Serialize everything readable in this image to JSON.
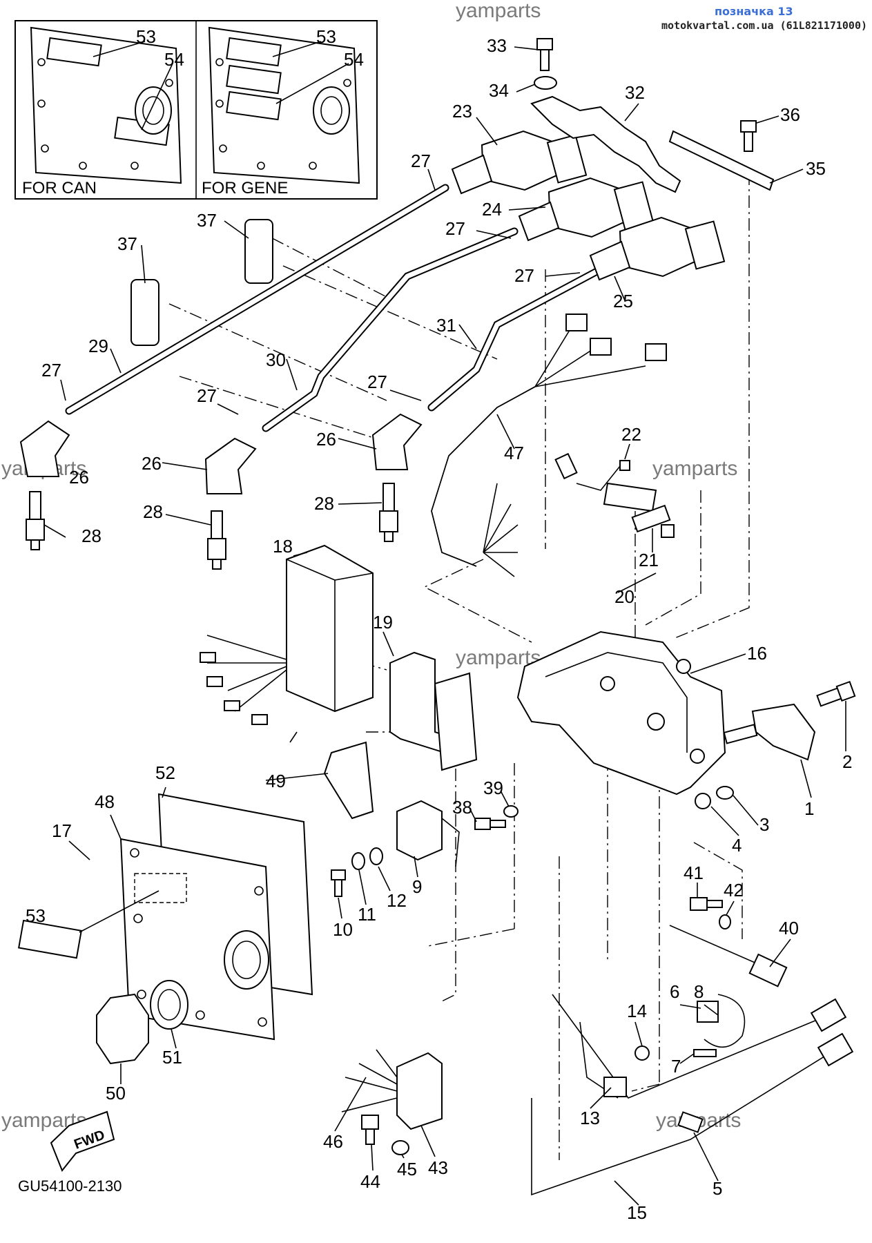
{
  "header": {
    "ref_label": "позначка 13",
    "site": "motokvartal.com.ua (61L821171000)"
  },
  "watermarks": [
    "yamparts",
    "yamparts",
    "yamparts",
    "yamparts",
    "yamparts",
    "yamparts"
  ],
  "inset": {
    "left_caption": "FOR CAN",
    "right_caption": "FOR GENE",
    "callouts": [
      "53",
      "54",
      "53",
      "54"
    ]
  },
  "diagram_code": "GU54100-2130",
  "fwd_label": "FWD",
  "callouts": [
    "1",
    "2",
    "3",
    "4",
    "5",
    "6",
    "7",
    "8",
    "9",
    "10",
    "11",
    "12",
    "13",
    "14",
    "15",
    "16",
    "17",
    "18",
    "19",
    "20",
    "21",
    "22",
    "23",
    "24",
    "25",
    "26",
    "26",
    "26",
    "27",
    "27",
    "27",
    "27",
    "27",
    "27",
    "28",
    "28",
    "28",
    "29",
    "30",
    "31",
    "32",
    "33",
    "34",
    "35",
    "36",
    "37",
    "37",
    "38",
    "39",
    "40",
    "41",
    "42",
    "43",
    "44",
    "45",
    "46",
    "47",
    "48",
    "49",
    "50",
    "51",
    "52",
    "53"
  ]
}
